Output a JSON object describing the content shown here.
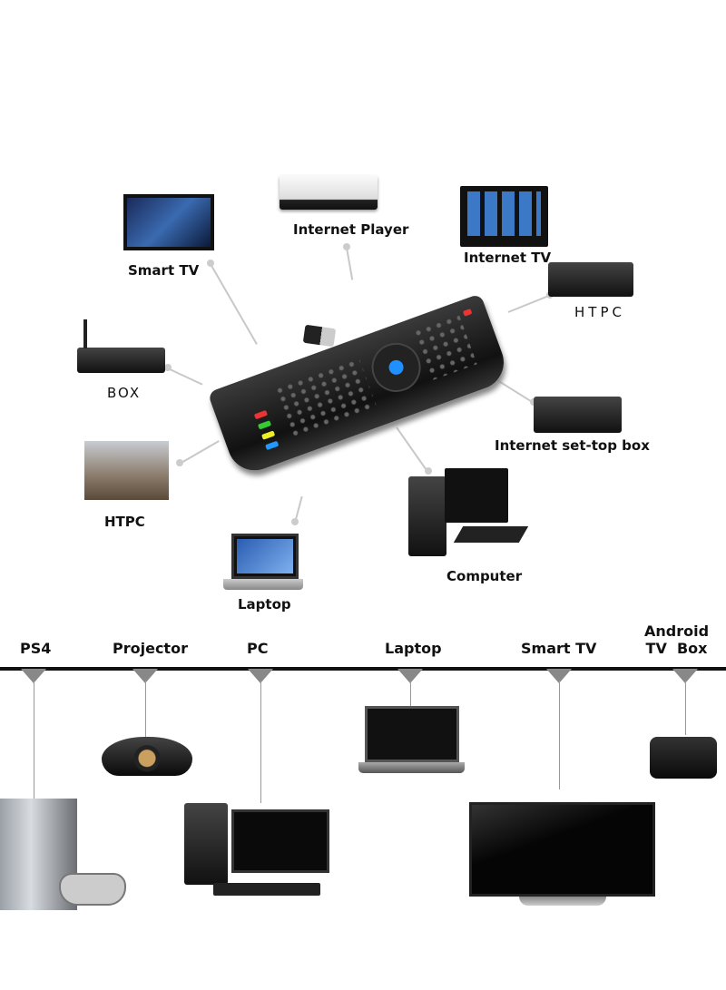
{
  "top_diagram": {
    "labels": {
      "smart_tv": "Smart TV",
      "internet_player": "Internet Player",
      "internet_tv": "Internet TV",
      "htpc_right": "HTPC",
      "box": "BOX",
      "internet_set_top_box": "Internet set-top box",
      "htpc_left": "HTPC",
      "computer": "Computer",
      "laptop": "Laptop"
    }
  },
  "bottom_diagram": {
    "labels": {
      "ps4": "PS4",
      "projector": "Projector",
      "pc": "PC",
      "laptop": "Laptop",
      "smart_tv": "Smart TV",
      "android_tv_box_line1": "Android",
      "android_tv_box_line2": "TV  Box"
    }
  },
  "colors": {
    "connector": "#c8c8c8",
    "timeline": "#111111",
    "pointer": "#888888",
    "remote_accent": "#1e90ff"
  }
}
